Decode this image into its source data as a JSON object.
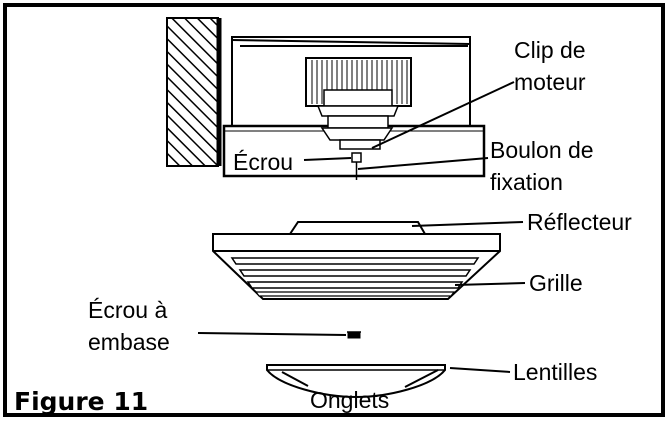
{
  "labels": {
    "motor_clip": [
      "Clip de",
      "moteur"
    ],
    "nut": "Écrou",
    "mounting_bolt": [
      "Boulon de",
      "fixation"
    ],
    "reflector": "Réflecteur",
    "grille": "Grille",
    "flange_nut": [
      "Écrou à",
      "embase"
    ],
    "lens": "Lentilles",
    "tabs": "Onglets"
  },
  "figure_label": "Figure 11"
}
